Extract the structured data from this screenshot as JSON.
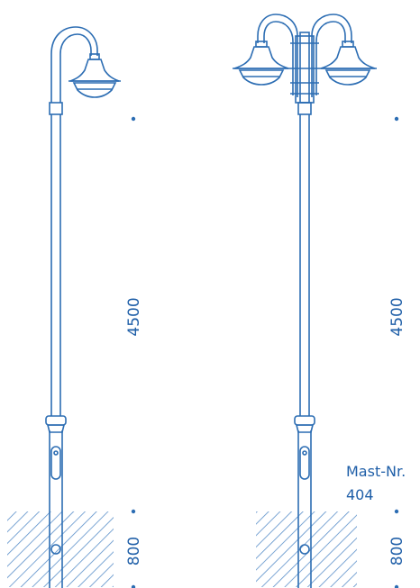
{
  "colors": {
    "line": "#2c6db3",
    "text": "#1f5fa8",
    "hatch": "#5a8fc9",
    "background": "#ffffff"
  },
  "left_pole": {
    "height_label": "4500",
    "depth_label": "800"
  },
  "right_pole": {
    "height_label": "4500",
    "depth_label": "800",
    "mast_label_line1": "Mast-Nr.",
    "mast_label_line2": "404"
  }
}
